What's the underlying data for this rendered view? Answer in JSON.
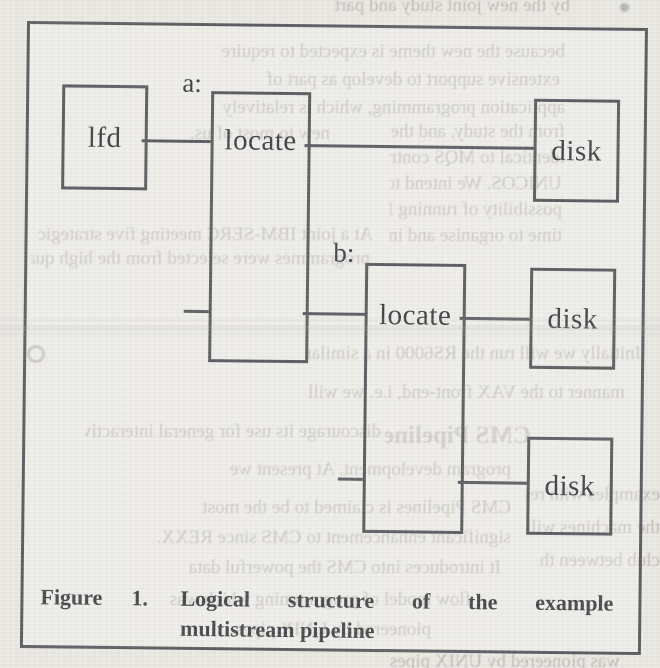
{
  "figure": {
    "caption": {
      "label_word1": "Figure",
      "label_word2": "1.",
      "line1_words": [
        "Logical",
        "structure",
        "of",
        "the",
        "example"
      ],
      "line2": "multistream pipeline"
    },
    "stream_labels": [
      {
        "id": "a",
        "label": "a:"
      },
      {
        "id": "b",
        "label": "b:"
      }
    ],
    "nodes": [
      {
        "id": "lfd",
        "label": "lfd"
      },
      {
        "id": "locate-a",
        "label": "locate"
      },
      {
        "id": "disk-1",
        "label": "disk"
      },
      {
        "id": "locate-b",
        "label": "locate"
      },
      {
        "id": "disk-2",
        "label": "disk"
      },
      {
        "id": "disk-3",
        "label": "disk"
      }
    ],
    "connections": [
      "lfd -> locate(a:)",
      "locate(a:) -> disk (primary output stream)",
      "secondary input stub -> locate(a:)",
      "locate(a:) -> locate(b:) (secondary stream)",
      "locate(b:) -> disk (primary output stream)",
      "secondary input stub -> locate(b:)",
      "locate(b:) -> disk (secondary stream)"
    ]
  },
  "ghost_text": {
    "description": "faint mirrored bleed-through print from the reverse side of the scanned page",
    "lines": [
      {
        "text": "by the new joint study and part"
      },
      {
        "text": "because the new theme is expected to require"
      },
      {
        "text": "extensive support to develop as part of"
      },
      {
        "text": "application programming, which is relatively"
      },
      {
        "text": "new to most of us."
      },
      {
        "text": "from the study, and the syntax is almost"
      },
      {
        "text": "identical to MQS control language"
      },
      {
        "text": "UNICOS. We intend to investigate the"
      },
      {
        "text": "possibility of running MQS over the"
      },
      {
        "text": "time to organise and implement."
      },
      {
        "text": "At a joint IBM-SERC meeting five strategic user"
      },
      {
        "text": "programmes were selected from the high quality"
      },
      {
        "text": "Initially we will run the RS6000 in a similar"
      },
      {
        "text": "manner to the VAX front-end, i.e. we will"
      },
      {
        "text": "discourage its use for general interactive"
      },
      {
        "text": "CMS Pipelines"
      },
      {
        "text": "program development. At present we"
      },
      {
        "text": "examples with resource management"
      },
      {
        "text": "CMS Pipelines is claimed to be the most"
      },
      {
        "text": "the machines will extend its range"
      },
      {
        "text": "significant enhancement to CMS since REXX."
      },
      {
        "text": "club between the two schemes"
      },
      {
        "text": "It introduces into CMS the powerful data"
      },
      {
        "text": "flow model of programming which was"
      },
      {
        "text": "pioneered by UNIX pipes."
      },
      {
        "text": "was pioneered by UNIX pipes"
      }
    ]
  },
  "colors": {
    "page_bg": "#eae8e3",
    "ink": "#5b5b5f",
    "label_ink": "#3f3f45",
    "caption_ink": "#47474b",
    "ghost_ink": "#9c9890"
  }
}
